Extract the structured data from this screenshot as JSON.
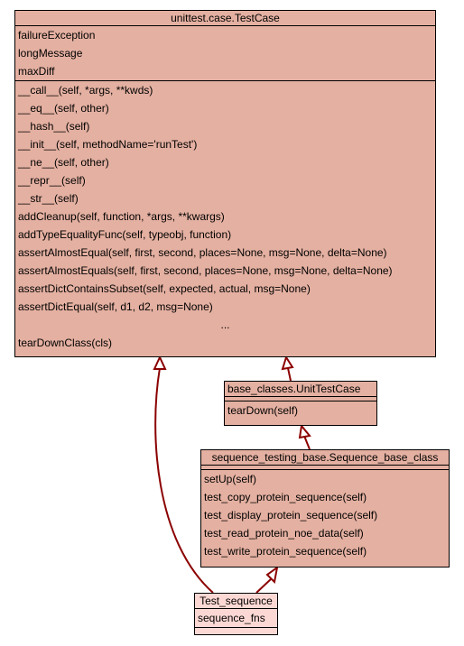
{
  "classes": {
    "testcase": {
      "name": "unittest.case.TestCase",
      "attributes": [
        "failureException",
        "longMessage",
        "maxDiff"
      ],
      "methods": [
        "__call__(self, *args, **kwds)",
        "__eq__(self, other)",
        "__hash__(self)",
        "__init__(self, methodName='runTest')",
        "__ne__(self, other)",
        "__repr__(self)",
        "__str__(self)",
        "addCleanup(self, function, *args, **kwargs)",
        "addTypeEqualityFunc(self, typeobj, function)",
        "assertAlmostEqual(self, first, second, places=None, msg=None, delta=None)",
        "assertAlmostEquals(self, first, second, places=None, msg=None, delta=None)",
        "assertDictContainsSubset(self, expected, actual, msg=None)",
        "assertDictEqual(self, d1, d2, msg=None)"
      ],
      "ellipsis": "...",
      "last_method": "tearDownClass(cls)"
    },
    "unittestcase": {
      "name": "base_classes.UnitTestCase",
      "methods": [
        "tearDown(self)"
      ]
    },
    "sequence_base": {
      "name": "sequence_testing_base.Sequence_base_class",
      "methods": [
        "setUp(self)",
        "test_copy_protein_sequence(self)",
        "test_display_protein_sequence(self)",
        "test_read_protein_noe_data(self)",
        "test_write_protein_sequence(self)"
      ]
    },
    "test_sequence": {
      "name": "Test_sequence",
      "attributes": [
        "sequence_fns"
      ]
    }
  },
  "colors": {
    "box_fill": "#e4b0a1",
    "highlight_fill": "#fcd8d4",
    "edge": "#8b0000"
  }
}
